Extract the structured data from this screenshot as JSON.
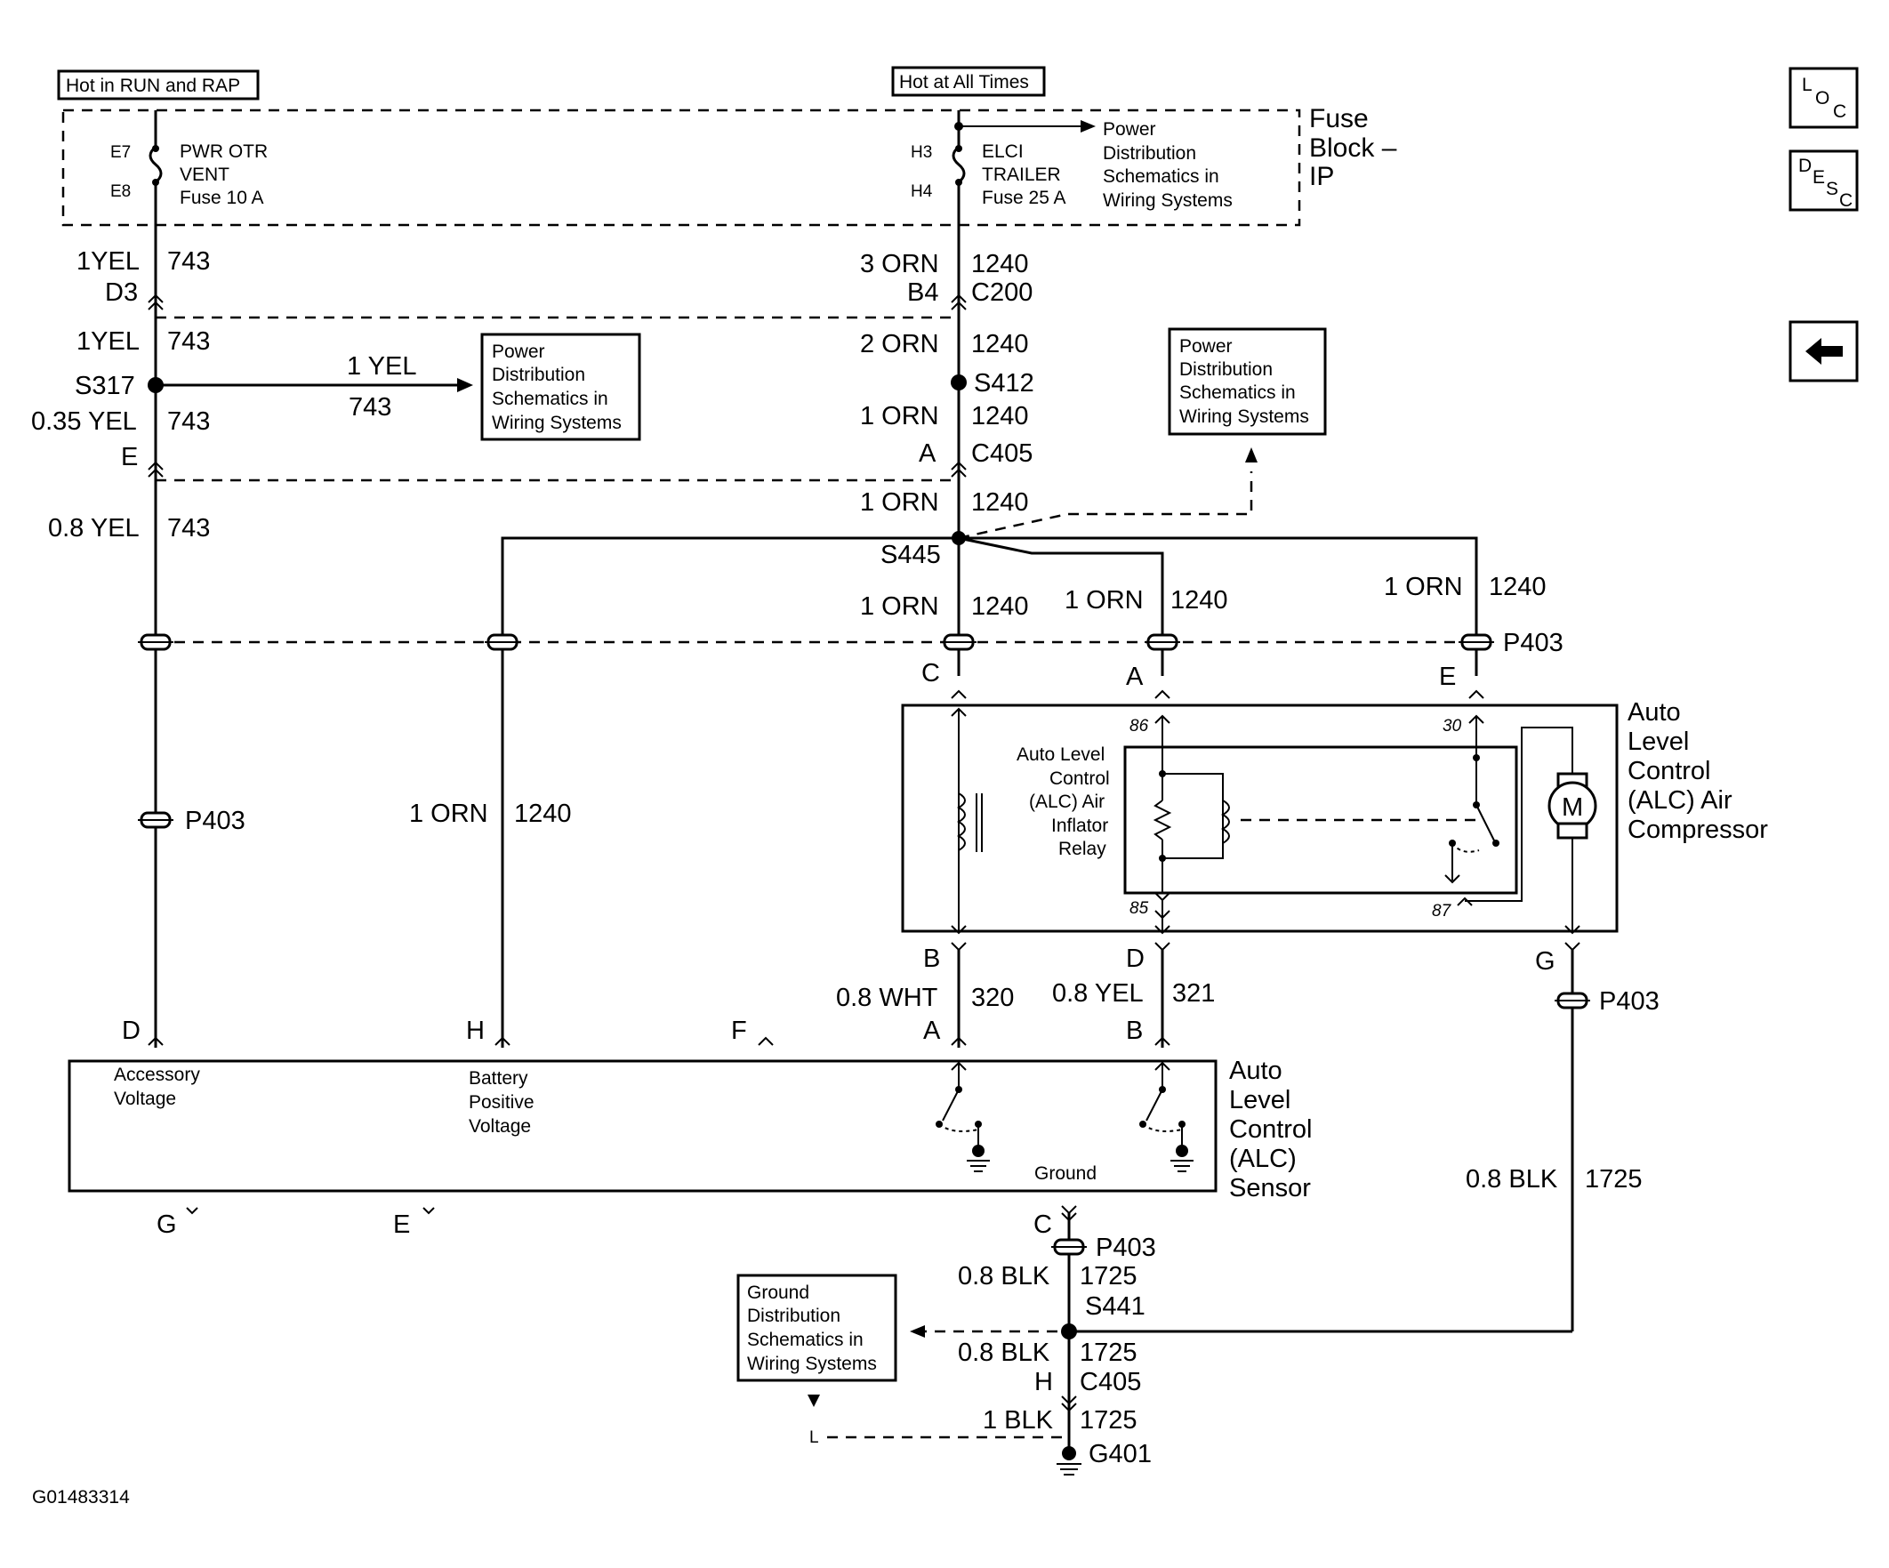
{
  "header": {
    "run_rap": "Hot in RUN and RAP",
    "all_times": "Hot at All Times"
  },
  "fuse_block": {
    "line1": "Fuse",
    "line2": "Block –",
    "line3": "IP"
  },
  "fuses": {
    "left": {
      "top_cavity": "E7",
      "bottom_cavity": "E8",
      "line1": "PWR OTR",
      "line2": "VENT",
      "line3": "Fuse 10 A"
    },
    "right": {
      "top_cavity": "H3",
      "bottom_cavity": "H4",
      "line1": "ELCI",
      "line2": "TRAILER",
      "line3": "Fuse 25 A"
    }
  },
  "ref_boxes": {
    "power_dist_lines": [
      "Power",
      "Distribution",
      "Schematics in",
      "Wiring Systems"
    ],
    "ground_dist_lines": [
      "Ground",
      "Distribution",
      "Schematics in",
      "Wiring Systems"
    ]
  },
  "wires": {
    "yel_1": "1YEL",
    "c743": "743",
    "d3": "D3",
    "s317": "S317",
    "yel_1s": "1 YEL",
    "yel_035": "0.35 YEL",
    "e": "E",
    "yel_08": "0.8 YEL",
    "orn_3": "3 ORN",
    "c1240": "1240",
    "b4": "B4",
    "c200": "C200",
    "orn_2": "2 ORN",
    "s412": "S412",
    "orn_1": "1 ORN",
    "a": "A",
    "c405": "C405",
    "s445": "S445",
    "p403": "P403",
    "c": "C",
    "b": "B",
    "d": "D",
    "g": "G",
    "h": "H",
    "f": "F",
    "wht_08": "0.8 WHT",
    "c320": "320",
    "c321": "321",
    "blk_08": "0.8 BLK",
    "c1725": "1725",
    "s441": "S441",
    "blk_1": "1 BLK",
    "g401": "G401",
    "l": "L"
  },
  "relay": {
    "lines": [
      "Auto Level",
      "Control",
      "(ALC) Air",
      "Inflator",
      "Relay"
    ],
    "pin86": "86",
    "pin85": "85",
    "pin30": "30",
    "pin87": "87"
  },
  "compressor": {
    "lines": [
      "Auto",
      "Level",
      "Control",
      "(ALC) Air",
      "Compressor"
    ],
    "motor": "M"
  },
  "sensor": {
    "lines": [
      "Auto",
      "Level",
      "Control",
      "(ALC)",
      "Sensor"
    ],
    "accessory": [
      "Accessory",
      "Voltage"
    ],
    "battery": [
      "Battery",
      "Positive",
      "Voltage"
    ],
    "ground": "Ground"
  },
  "nav": {
    "loc": {
      "l": "L",
      "o": "O",
      "c": "C"
    },
    "desc": {
      "d": "D",
      "e": "E",
      "s": "S",
      "c": "C"
    }
  },
  "figure_id": "G01483314"
}
